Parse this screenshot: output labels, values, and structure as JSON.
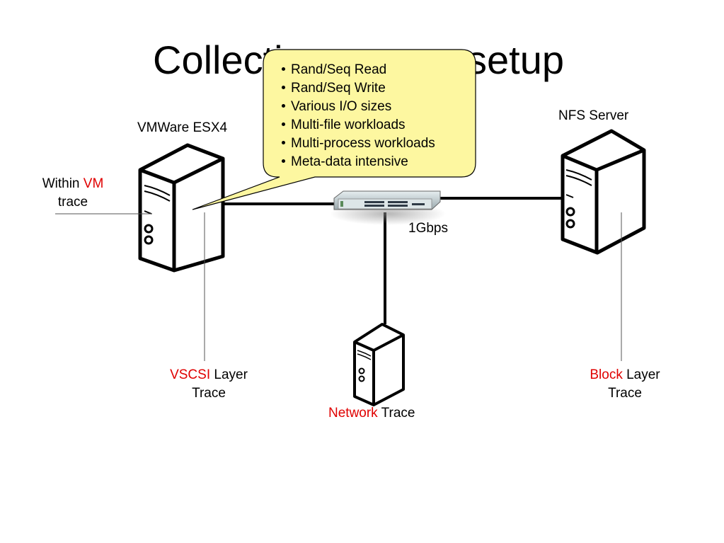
{
  "title": {
    "left": "Collecti",
    "right": "setup"
  },
  "callout": {
    "items": [
      "Rand/Seq Read",
      "Rand/Seq Write",
      "Various I/O sizes",
      "Multi-file workloads",
      "Multi-process workloads",
      "Meta-data intensive"
    ],
    "fill": "#fdf7a0"
  },
  "labels": {
    "esx": "VMWare ESX4",
    "nfs": "NFS Server",
    "link_speed": "1Gbps",
    "within_prefix": "Within",
    "within_highlight": "VM",
    "within_suffix": "trace",
    "vscsi_highlight": "VSCSI",
    "vscsi_rest": "Layer",
    "vscsi_line2": "Trace",
    "block_highlight": "Block",
    "block_rest": "Layer",
    "block_line2": "Trace",
    "network_highlight": "Network",
    "network_rest": "Trace"
  },
  "colors": {
    "highlight": "#e00000"
  }
}
